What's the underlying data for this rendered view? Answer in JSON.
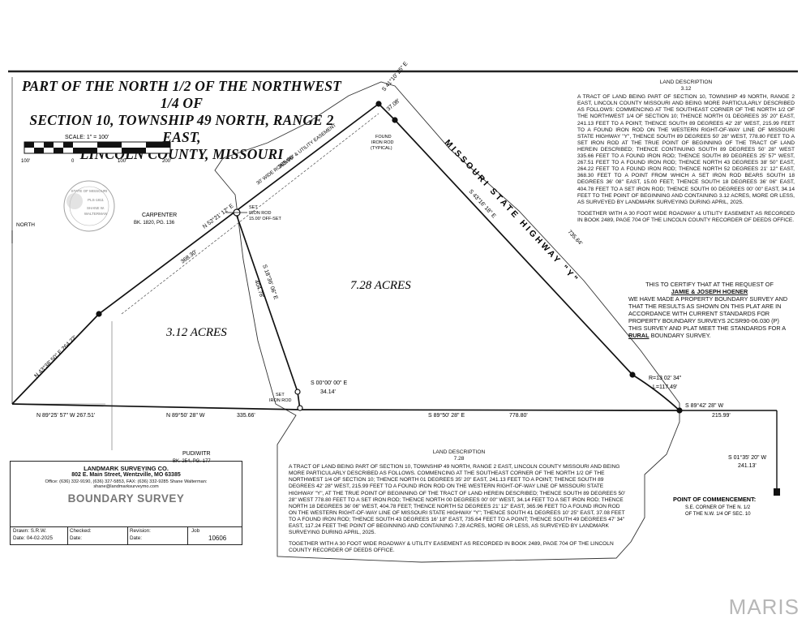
{
  "title_lines": [
    "PART OF THE NORTH 1/2 OF THE NORTHWEST 1/4 OF",
    "SECTION 10, TOWNSHIP 49 NORTH, RANGE 2 EAST,",
    "LINCOLN COUNTY, MISSOURI"
  ],
  "scale": {
    "label": "SCALE: 1\" = 100'",
    "ticks": [
      "100'",
      "0",
      "100'",
      "200'"
    ]
  },
  "north_label": "NORTH",
  "seal": {
    "line1": "STATE OF MISSOURI",
    "line2": "PLS-1811",
    "line3": "SHANE W.",
    "line4": "WALTERMAN"
  },
  "parcels": {
    "a": "3.12 ACRES",
    "b": "7.28 ACRES"
  },
  "neighbors": {
    "carpenter": {
      "name": "CARPENTER",
      "ref": "BK. 1820, PG. 136"
    },
    "pudiwitr": {
      "name": "PUDIWITR",
      "ref": "BK. 254, PG. 177"
    }
  },
  "highway": "MISSOURI STATE HIGHWAY \"Y\"",
  "easement": "30' WIDE ROADWAY & UTILITY EASEMENT",
  "calls": {
    "n43": "N 43°38' 50\" E  264.22'",
    "d36830": "368.30'",
    "n52": "N 52°21' 12\" E",
    "d36596": "365.96'",
    "s41": "S 41°10' 25\" E",
    "d3708": "37.08'",
    "s43": "S 43°16' 18\" E",
    "d73564": "735.64'",
    "s18": "S 18°36' 06\" E",
    "d40478": "404.78'",
    "s00": "S 00°00' 00\" E",
    "d3414": "34.14'",
    "n89a": "N 89°25' 57\" W  267.51'",
    "n89b": "N 89°50' 28\" W",
    "d33566": "335.66'",
    "s89a": "S 89°50' 28\" E",
    "d77880": "778.80'",
    "s89b": "S 89°42' 28\" W",
    "d21599": "215.99'",
    "s01": "S 01°35' 20\" W",
    "d24113": "241.13'",
    "curve_r": "R=13 02' 34\"",
    "curve_l": "L=117.49'"
  },
  "notes": {
    "found_rod": [
      "FOUND",
      "IRON ROD",
      "(TYPICAL)"
    ],
    "set_rod_offset": [
      "SET",
      "IRON ROD",
      "15.00' OFF-SET"
    ],
    "set_rod": [
      "SET",
      "IRON ROD"
    ]
  },
  "land_desc_right": {
    "heading": "LAND DESCRIPTION",
    "acres": "3.12",
    "body": "A TRACT OF LAND BEING PART OF SECTION 10, TOWNSHIP 49 NORTH, RANGE 2 EAST, LINCOLN COUNTY MISSOURI AND BEING MORE PARTICULARLY DESCRIBED AS FOLLOWS: COMMENCING AT THE SOUTHEAST CORNER OF THE NORTH 1/2 OF THE NORTHWEST 1/4 OF SECTION 10; THENCE NORTH 01 DEGREES 35' 20\" EAST, 241.13 FEET TO A POINT; THENCE SOUTH 89 DEGREES 42' 28\" WEST, 215.99 FEET TO A FOUND IRON ROD ON THE WESTERN RIGHT-OF-WAY LINE OF MISSOURI STATE HIGHWAY \"Y\", THENCE SOUTH 89 DEGREES 50' 28\" WEST, 778.80 FEET TO A SET IRON ROD AT THE TRUE POINT OF BEGINNING OF THE TRACT OF LAND HEREIN DESCRIBED; THENCE CONTINUING SOUTH 89 DEGREES 50' 28\" WEST 335.66 FEET TO A FOUND IRON ROD; THENCE SOUTH 89 DEGREES 25' 57\" WEST, 267.51 FEET TO A FOUND IRON ROD; THENCE NORTH 43 DEGREES 38' 50\" EAST, 264.22 FEET TO A FOUND IRON ROD; THENCE NORTH 52 DEGREES 21' 12\" EAST, 368.30 FEET TO A POINT FROM WHICH A SET IRON ROD BEARS SOUTH 18 DEGREES 36' 08\" EAST, 15.00 FEET; THENCE SOUTH 18 DEGREES 36' 06\" EAST, 404.78 FEET TO A SET IRON ROD; THENCE SOUTH 00 DEGREES 00' 00\" EAST, 34.14 FEET TO THE POINT OF BEGINNING AND CONTAINING 3.12 ACRES, MORE OR LESS, AS SURVEYED BY LANDMARK SURVEYING DURING APRIL, 2025.",
    "easement": "TOGETHER WITH A 30 FOOT WIDE ROADWAY & UTILITY EASEMENT AS RECORDED IN BOOK 2489, PAGE 704 OF THE LINCOLN COUNTY RECORDER OF DEEDS OFFICE."
  },
  "certification": {
    "line1": "THIS TO CERTIFY THAT AT THE REQUEST OF",
    "client": "JAMIE & JOSEPH HOENER",
    "body_pre": "WE HAVE MADE A PROPERTY BOUNDARY SURVEY AND THAT THE RESULTS AS SHOWN ON THIS PLAT ARE IN ACCORDANCE WITH CURRENT STANDARDS FOR PROPERTY BOUNDARY SURVEYS 2CSR90-06.030 (P) THIS SURVEY AND PLAT MEET THE STANDARDS FOR A ",
    "rural": "RURAL",
    "body_post": " BOUNDARY SURVEY."
  },
  "land_desc_bottom": {
    "heading": "LAND DESCRIPTION",
    "acres": "7.28",
    "body": "A TRACT OF LAND BEING PART OF SECTION 10, TOWNSHIP 49 NORTH, RANGE 2 EAST, LINCOLN COUNTY MISSOURI AND BEING MORE PARTICULARLY DESCRIBED AS FOLLOWS. COMMENCING AT THE SOUTHEAST CORNER OF THE NORTH 1/2 OF THE NORTHWEST 1/4 OF SECTION 10; THENCE NORTH 01 DEGREES 35' 20\" EAST, 241.13 FEET TO A POINT; THENCE SOUTH 89 DEGREES 42' 28\" WEST, 215.99 FEET TO A FOUND IRON ROD ON THE WESTERN RIGHT-OF-WAY LINE OF MISSOURI STATE HIGHWAY \"Y\", AT THE TRUE POINT OF BEGINNING OF THE TRACT OF LAND HEREIN DESCRIBED; THENCE SOUTH 89 DEGREES 50' 28\" WEST 778.80 FEET TO A SET IRON ROD; THENCE NORTH 00 DEGREES 00' 00\" WEST, 34.14 FEET TO A SET IRON ROD; THENCE NORTH 18 DEGREES 36' 06\" WEST, 404.78 FEET; THENCE NORTH 52 DEGREES 21' 12\" EAST, 365.96 FEET TO A FOUND IRON ROD ON THE WESTERN RIGHT-OF-WAY LINE OF MISSOURI STATE HIGHWAY \"Y\"; THENCE SOUTH 41 DEGREES 10' 25\" EAST, 37.08 FEET TO A FOUND IRON ROD; THENCE SOUTH 43 DEGREES 16' 18\" EAST, 735.64 FEET TO A POINT; THENCE SOUTH 49 DEGREES 47' 34\" EAST, 117.24 FEET THE POINT OF BEGINNING AND CONTAINING 7.28 ACRES, MORE OR LESS, AS SURVEYED BY LANDMARK SURVEYING DURING APRIL, 2025.",
    "easement": "TOGETHER WITH A 30 FOOT WIDE ROADWAY & UTILITY EASEMENT AS RECORDED IN BOOK 2489, PAGE 704 OF THE LINCOLN COUNTY RECORDER OF DEEDS OFFICE."
  },
  "commencement": {
    "line1": "POINT OF COMMENCEMENT:",
    "line2": "S.E. CORNER OF THE N. 1/2",
    "line3": "OF THE N.W. 1/4 OF SEC. 10"
  },
  "company": {
    "name": "LANDMARK SURVEYING CO.",
    "address": "802 E. Main Street, Wentzville, MO 63385",
    "phone": "Office: (636) 332-9190, (636) 327-5853, FAX: (636) 332-9285 Shane Walterman:",
    "email": "shane@landmarksurveymo.com",
    "survey_type": "BOUNDARY SURVEY"
  },
  "info_table": {
    "drawn_label": "Drawn:",
    "drawn": "S.R.W.",
    "checked_label": "Checked:",
    "revision_label": "Revision:",
    "job_label": "Job",
    "job": "10606",
    "date_label": "Date:",
    "date": "04-02-2025",
    "date2_label": "Date:",
    "date3_label": "Date:"
  },
  "watermark": "MARIS"
}
